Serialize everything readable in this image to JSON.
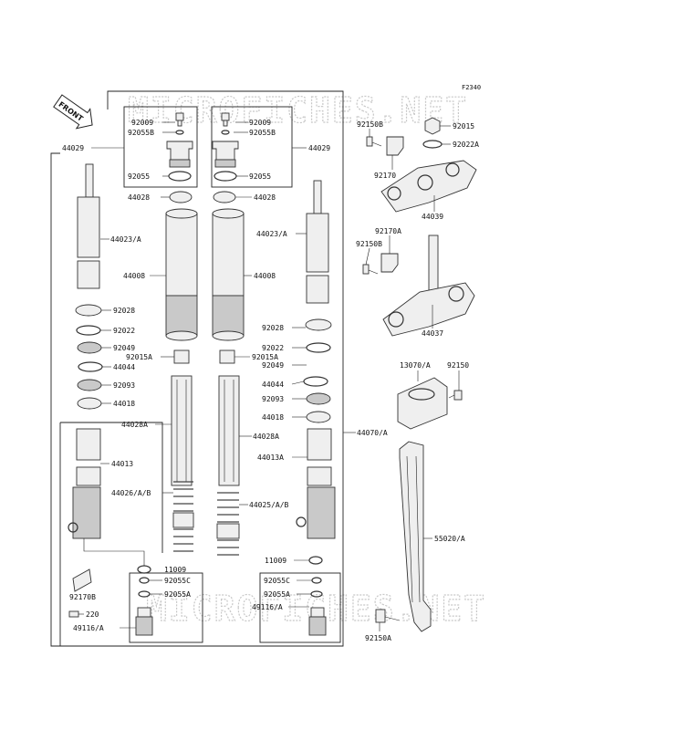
{
  "figure_ref": "F2340",
  "front_badge": "FRONT",
  "watermarks": [
    "MICROFICHES.NET",
    "MICROFICHES.NET"
  ],
  "labels": {
    "p92009_l": "92009",
    "p92055b_l": "92055B",
    "p92055_l": "92055",
    "p92009_r": "92009",
    "p92055b_r": "92055B",
    "p92055_r": "92055",
    "p44029_l": "44029",
    "p44029_r": "44029",
    "p44028_l": "44028",
    "p44028_r": "44028",
    "p44023_l": "44023/A",
    "p44023_r": "44023/A",
    "p44008_l": "44008",
    "p44008_r": "44008",
    "p92028_l": "92028",
    "p92022_l": "92022",
    "p92049_l": "92049",
    "p44044_l": "44044",
    "p92015a_l": "92015A",
    "p92093_l": "92093",
    "p44018_l": "44018",
    "p44028a_l": "44028A",
    "p44013_l": "44013",
    "p44026_l": "44026/A/B",
    "p11009_l": "11009",
    "p92055c_l": "92055C",
    "p92055a_l": "92055A",
    "p92170b": "92170B",
    "p220": "220",
    "p49116_l": "49116/A",
    "p92028_r": "92028",
    "p92022_r": "92022",
    "p92015a_r": "92015A",
    "p92049_r": "92049",
    "p44044_r": "44044",
    "p92093_r": "92093",
    "p44018_r": "44018",
    "p44028a_r": "44028A",
    "p44013a": "44013A",
    "p44025": "44025/A/B",
    "p11009_r": "11009",
    "p92055c_r": "92055C",
    "p92055a_r": "92055A",
    "p49116_r": "49116/A",
    "p44070": "44070/A",
    "p92150b_1": "92150B",
    "p92170": "92170",
    "p92015": "92015",
    "p92022a": "92022A",
    "p44039": "44039",
    "p92170a": "92170A",
    "p92150b_2": "92150B",
    "p44037": "44037",
    "p13070": "13070/A",
    "p92150": "92150",
    "p55020": "55020/A",
    "p92150a": "92150A"
  }
}
